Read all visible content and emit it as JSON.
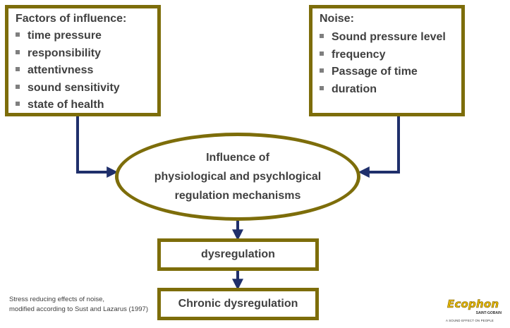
{
  "factors": {
    "title": "Factors of influence:",
    "items": [
      "time pressure",
      "responsibility",
      "attentivness",
      "sound sensitivity",
      "state of health"
    ]
  },
  "noise": {
    "title": "Noise:",
    "items": [
      "Sound pressure level",
      "frequency",
      "Passage of time",
      "duration"
    ]
  },
  "influence": {
    "line1": "Influence of",
    "line2": "physiological and psychlogical",
    "line3": "regulation mechanisms"
  },
  "dysregulation": "dysregulation",
  "chronic": "Chronic dysregulation",
  "caption": {
    "line1": "Stress reducing effects of noise,",
    "line2": "modified according to Sust and Lazarus (1997)"
  },
  "logo": {
    "name": "Ecophon",
    "sub": "SAINT-GOBAIN",
    "tagline": "A SOUND EFFECT ON PEOPLE"
  },
  "colors": {
    "box_border": "#7d6d0a",
    "arrow": "#1f2f6b",
    "text": "#404040"
  }
}
